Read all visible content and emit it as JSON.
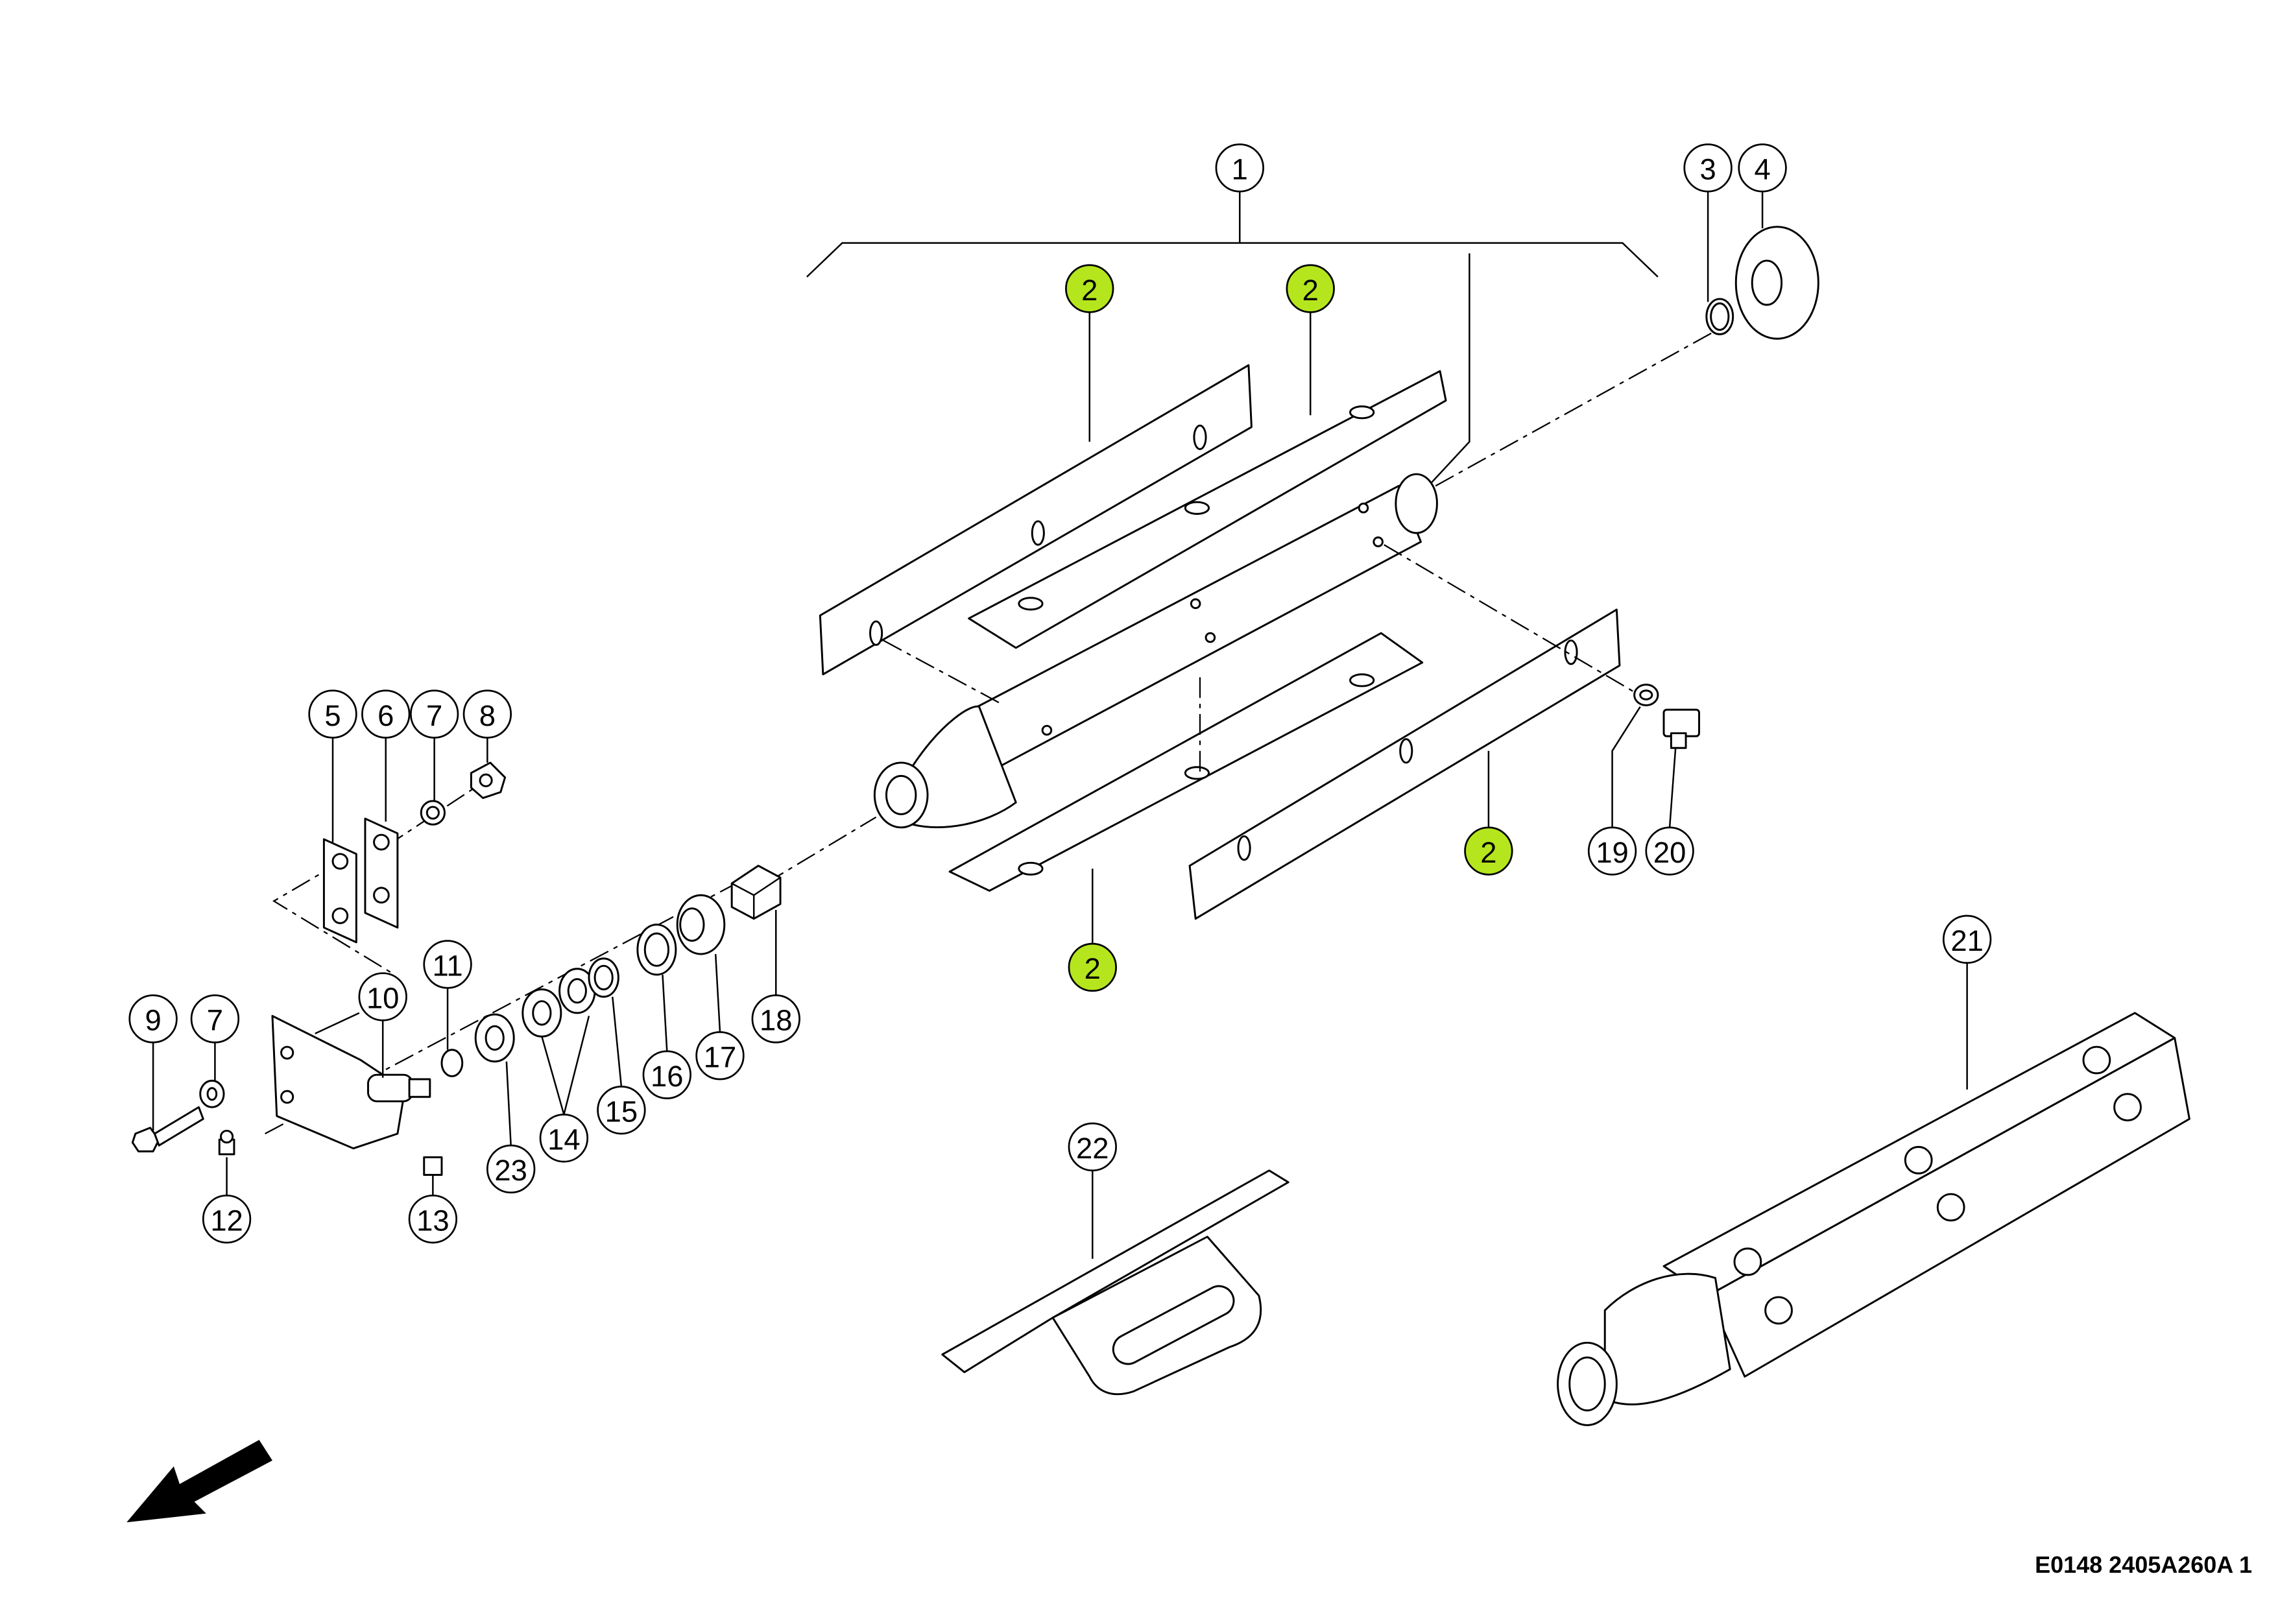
{
  "diagram": {
    "reference_code": "E0148 2405A260A 1",
    "highlight_color": "#b5e61d",
    "callouts": [
      "1",
      "2",
      "2",
      "2",
      "2",
      "3",
      "4",
      "5",
      "6",
      "7",
      "8",
      "9",
      "7",
      "10",
      "11",
      "12",
      "13",
      "14",
      "15",
      "16",
      "17",
      "18",
      "19",
      "20",
      "21",
      "22",
      "23"
    ],
    "highlighted_part": "2",
    "direction_icon": "arrow-down-left-icon"
  }
}
